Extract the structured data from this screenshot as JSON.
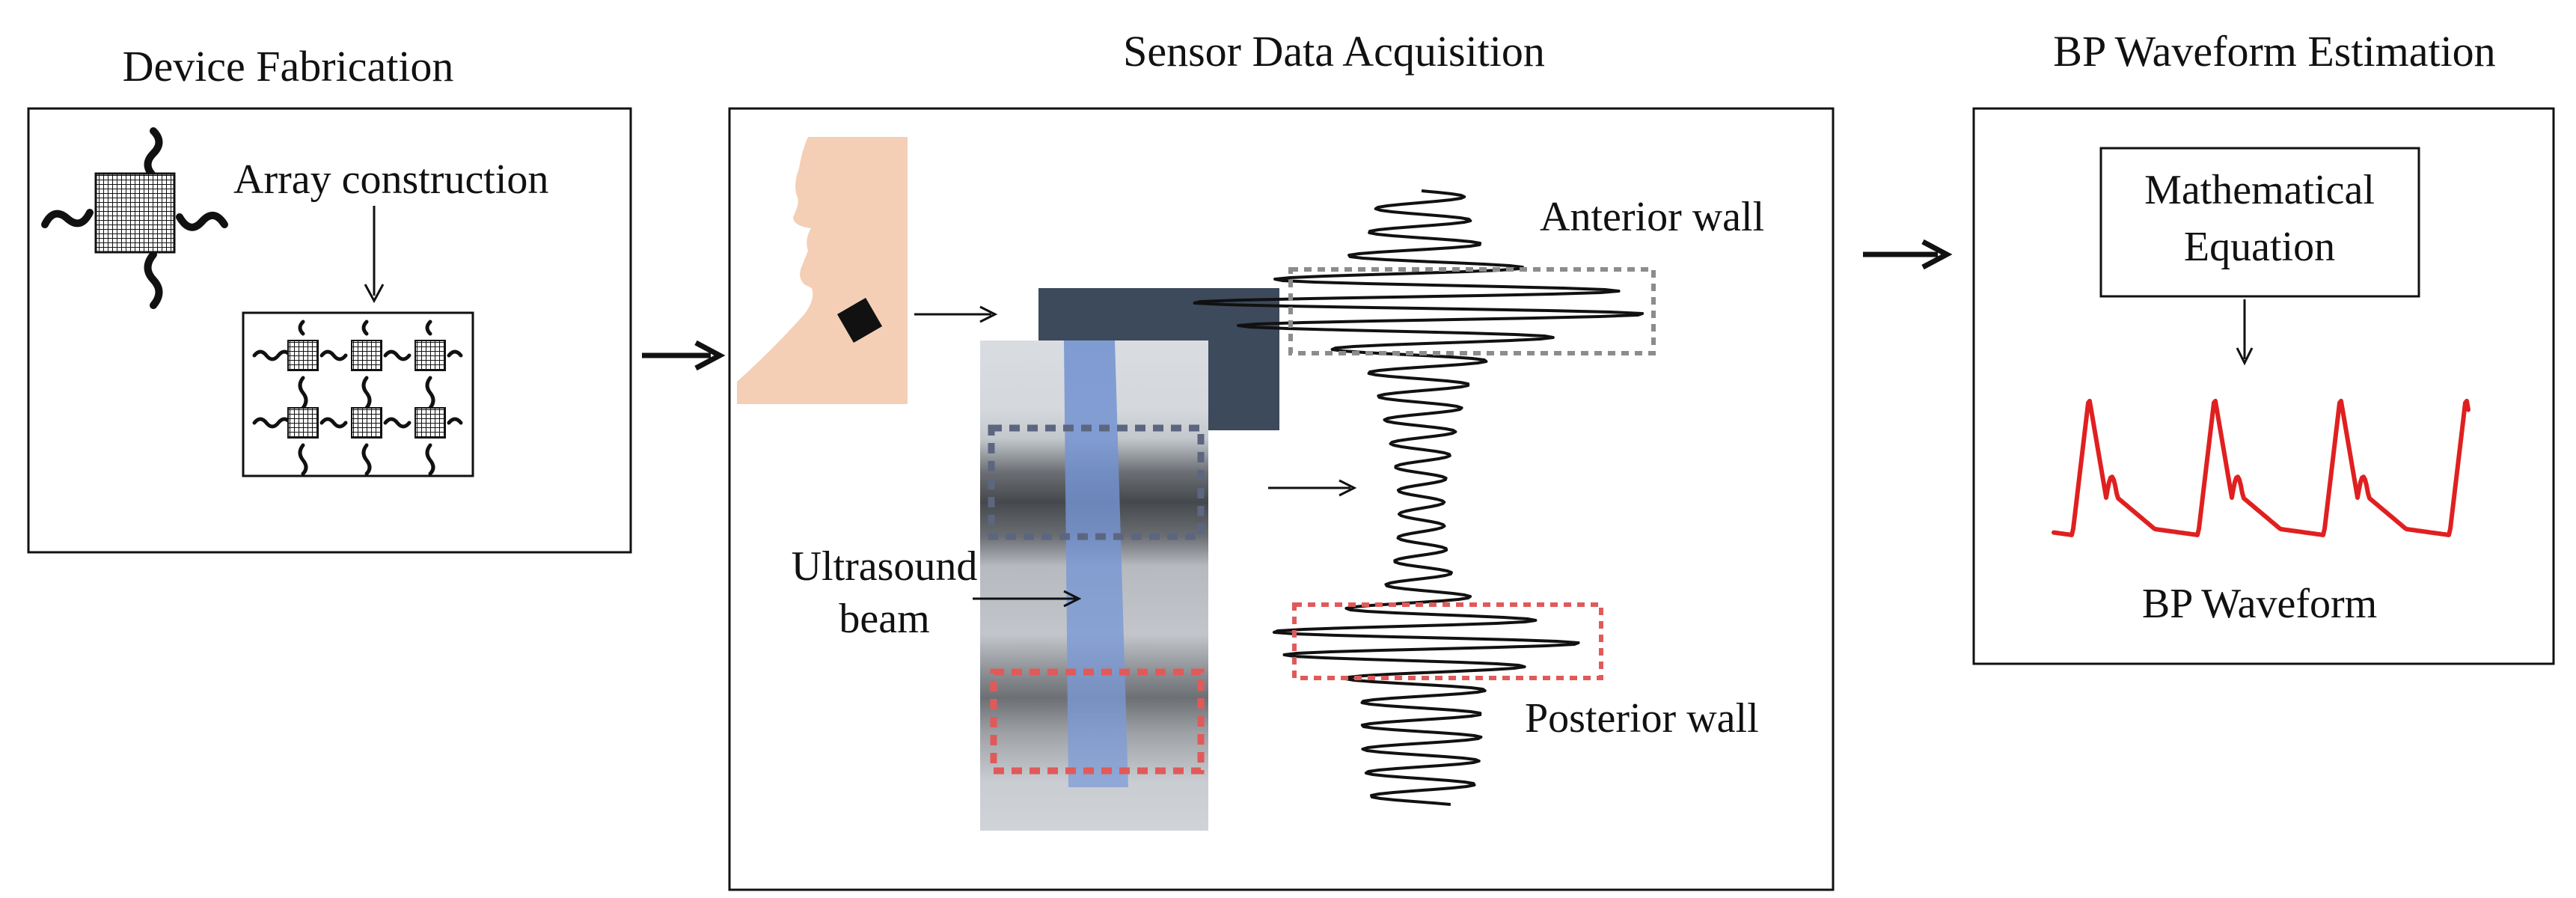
{
  "panels": [
    {
      "title": "Device Fabrication"
    },
    {
      "title": "Sensor Data Acquisition"
    },
    {
      "title": "BP Waveform Estimation"
    }
  ],
  "fabrication": {
    "array_label": "Array construction"
  },
  "acquisition": {
    "beam_label_line1": "Ultrasound",
    "beam_label_line2": "beam",
    "anterior_label": "Anterior wall",
    "posterior_label": "Posterior wall"
  },
  "estimation": {
    "equation_line1": "Mathematical",
    "equation_line2": "Equation",
    "waveform_label": "BP Waveform"
  },
  "colors": {
    "skin": "#f4cfb6",
    "transducer": "#3d4a5c",
    "beam": "#8fa9d6",
    "anterior_box": "#8c8c8c",
    "posterior_box": "#e05a5a",
    "waveform": "#e02020"
  },
  "icons": [
    "sensor-element-icon",
    "head-silhouette-icon",
    "transducer-icon"
  ]
}
